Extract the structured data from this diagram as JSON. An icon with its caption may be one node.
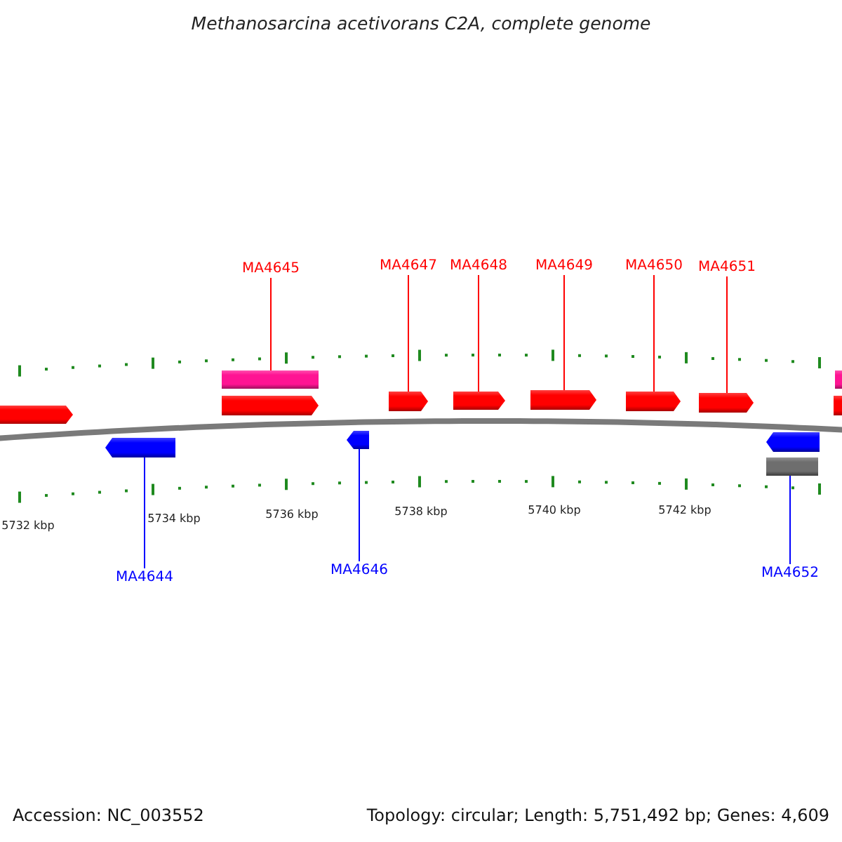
{
  "diagram": {
    "title": "Methanosarcina acetivorans C2A, complete genome",
    "nodes": [
      {
        "text": [
          "MA4645"
        ]
      },
      {
        "text": [
          "MA4647"
        ]
      },
      {
        "text": [
          "MA4648"
        ]
      },
      {
        "text": [
          "MA4649"
        ]
      },
      {
        "text": [
          "MA4650"
        ]
      },
      {
        "text": [
          "MA4651"
        ]
      },
      {
        "text": [],
        "shape": "pentagon"
      },
      {
        "text": [],
        "shape": "bar"
      },
      {
        "text": [],
        "shape": "pentagon"
      },
      {
        "text": [],
        "shape": "pentagon"
      },
      {
        "text": [],
        "shape": "pentagon"
      },
      {
        "text": [],
        "shape": "pentagon"
      },
      {
        "text": [],
        "shape": "pentagon"
      },
      {
        "text": [],
        "shape": "pentagon"
      },
      {
        "text": [],
        "shape": "pentagon"
      },
      {
        "text": [],
        "shape": "pentagon"
      },
      {
        "text": [],
        "shape": "pentagon"
      },
      {
        "text": [],
        "shape": "bar"
      },
      {
        "text": [],
        "shape": "bar"
      },
      {
        "text": [],
        "shape": "bar"
      },
      {
        "text": [
          "MA4644"
        ]
      },
      {
        "text": [
          "MA4646"
        ]
      },
      {
        "text": [
          "MA4652"
        ]
      }
    ],
    "edges": [
      {
        "from": 0,
        "to": 7,
        "arrow": "none"
      },
      {
        "from": 1,
        "to": 11,
        "arrow": "none"
      },
      {
        "from": 2,
        "to": 12,
        "arrow": "none"
      },
      {
        "from": 3,
        "to": 13,
        "arrow": "none"
      },
      {
        "from": 4,
        "to": 14,
        "arrow": "none"
      },
      {
        "from": 5,
        "to": 15,
        "arrow": "none"
      },
      {
        "from": 20,
        "to": 9,
        "arrow": "none",
        "color": "#0000ff"
      },
      {
        "from": 21,
        "to": 10,
        "arrow": "none",
        "color": "#0000ff"
      },
      {
        "from": 22,
        "to": 17,
        "arrow": "none",
        "color": "#0000ff"
      }
    ],
    "labels": [
      "5732 kbp",
      "5734 kbp",
      "5736 kbp",
      "5738 kbp",
      "5740 kbp",
      "5742 kbp",
      "Accession: NC_003552",
      "Topology: circular; Length: 5,751,492 bp; Genes: 4,609"
    ]
  }
}
